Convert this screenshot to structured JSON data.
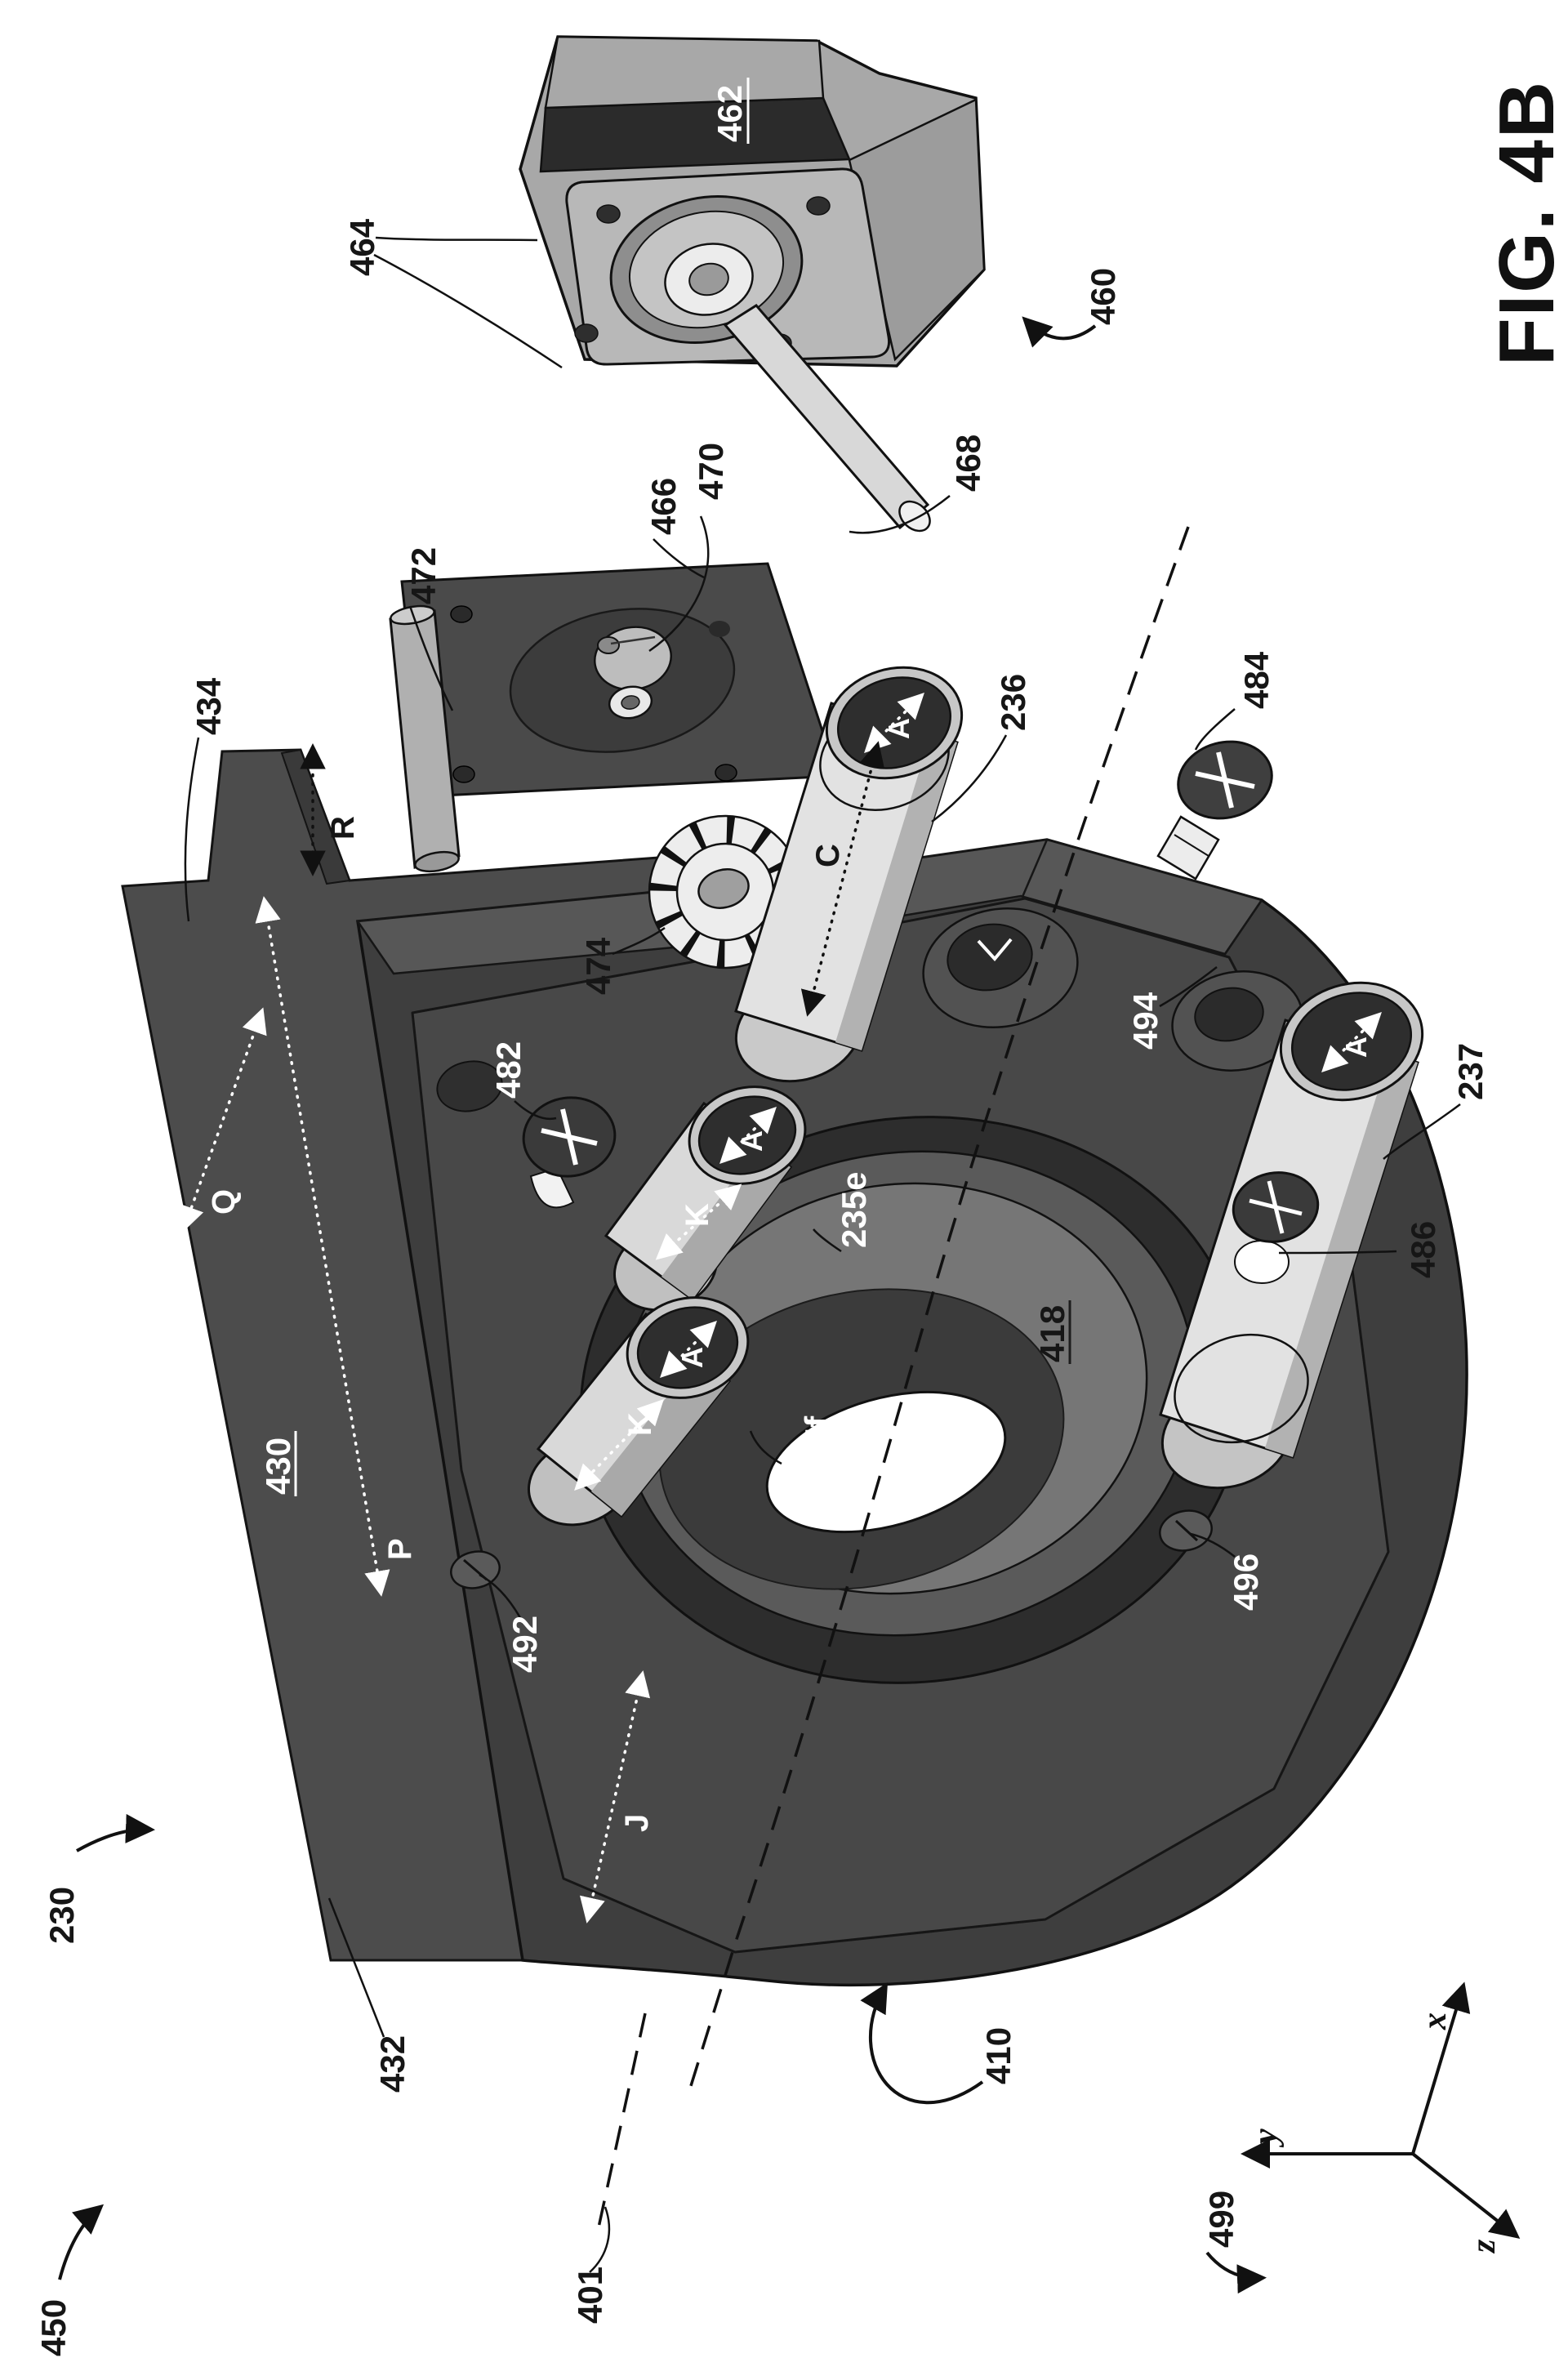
{
  "figure": {
    "caption": "FIG. 4B"
  },
  "labels": {
    "n230": "230",
    "n401": "401",
    "n410": "410",
    "n418": "418",
    "n430": "430",
    "n432": "432",
    "n434": "434",
    "n450": "450",
    "n460": "460",
    "n462": "462",
    "n464": "464",
    "n466": "466",
    "n468": "468",
    "n470": "470",
    "n472": "472",
    "n474": "474",
    "n482": "482",
    "n484": "484",
    "n486": "486",
    "n492": "492",
    "n494": "494",
    "n496": "496",
    "n499": "499",
    "n235e": "235e",
    "n235f": "235f",
    "n236": "236",
    "n237": "237"
  },
  "dims": {
    "A": "A",
    "C": "C",
    "J": "J",
    "K": "K",
    "P": "P",
    "Q": "Q",
    "R": "R"
  },
  "axes": {
    "x": "x",
    "y": "y",
    "z": "z"
  },
  "palette": {
    "ink": "#111111",
    "paper": "#ffffff",
    "plate_gray": "#4c4c4c",
    "housing_gray": "#3e3e3e",
    "flange_gray": "#484848",
    "bore_gray": "#767676",
    "metal_light": "#e2e2e2",
    "band_dark": "#2b2b2b",
    "label_light": "#ffffff"
  }
}
